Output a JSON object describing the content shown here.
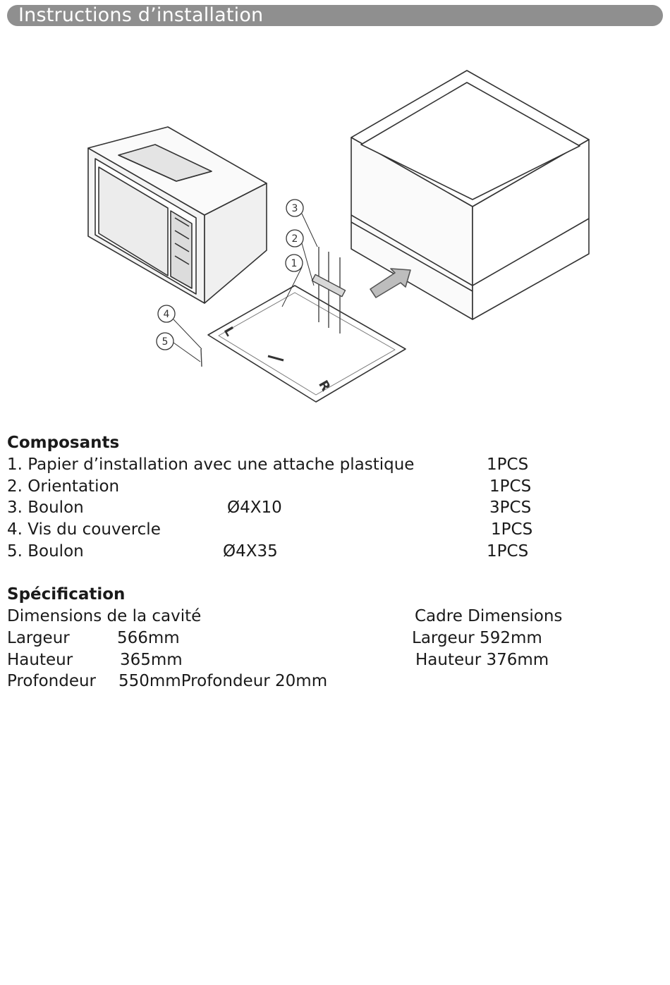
{
  "header": {
    "title": "Instructions d’installation"
  },
  "diagram": {
    "callouts": [
      "1",
      "2",
      "3",
      "4",
      "5"
    ],
    "paper_marks": {
      "left": "L",
      "right": "R"
    }
  },
  "components": {
    "title": "Composants",
    "items": [
      {
        "label": "1. Papier d’installation avec une attache plastique",
        "spec": "",
        "qty": "1PCS"
      },
      {
        "label": "2. Orientation",
        "spec": "",
        "qty": "1PCS"
      },
      {
        "label": "3. Boulon",
        "spec": "Ø4X10",
        "qty": "3PCS"
      },
      {
        "label": "4. Vis du couvercle",
        "spec": "",
        "qty": "1PCS"
      },
      {
        "label": "5. Boulon",
        "spec": "Ø4X35",
        "qty": "1PCS"
      }
    ]
  },
  "specification": {
    "title": "Spécification",
    "cavity_header": "Dimensions de la cavité",
    "frame_header": "Cadre  Dimensions",
    "width_label": "Largeur",
    "width_value": "566mm",
    "height_label": "Hauteur",
    "height_value": "365mm",
    "depth_label": "Profondeur",
    "depth_value": "550mmProfondeur 20mm",
    "frame_width": "Largeur  592mm",
    "frame_height": "Hauteur 376mm"
  }
}
